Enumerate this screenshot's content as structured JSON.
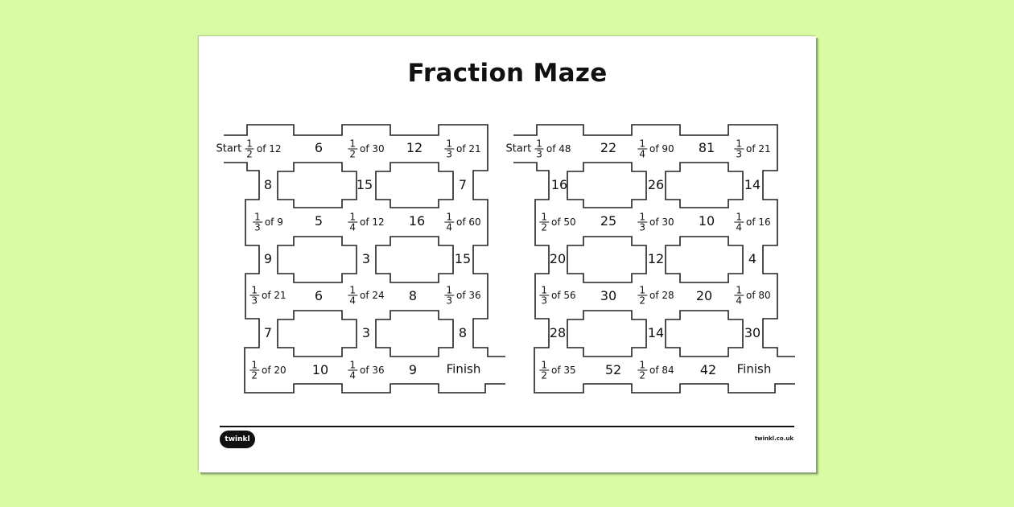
{
  "worksheet": {
    "title": "Fraction Maze",
    "footer": {
      "logo_text": "twinkl",
      "url": "twinkl.co.uk"
    },
    "colors": {
      "background": "#d9fba3",
      "page": "#ffffff",
      "ink": "#111111"
    }
  },
  "mazes": [
    {
      "start_label": "Start",
      "finish_label": "Finish",
      "rows": [
        {
          "cells": [
            {
              "type": "fraction",
              "num": "1",
              "den": "2",
              "of": "of 12",
              "start": true
            },
            {
              "type": "number",
              "value": "6"
            },
            {
              "type": "fraction",
              "num": "1",
              "den": "2",
              "of": "of 30"
            },
            {
              "type": "number",
              "value": "12"
            },
            {
              "type": "fraction",
              "num": "1",
              "den": "3",
              "of": "of 21"
            }
          ]
        },
        {
          "connectors": [
            "8",
            "15",
            "7"
          ]
        },
        {
          "cells": [
            {
              "type": "fraction",
              "num": "1",
              "den": "3",
              "of": "of 9"
            },
            {
              "type": "number",
              "value": "5"
            },
            {
              "type": "fraction",
              "num": "1",
              "den": "4",
              "of": "of 12"
            },
            {
              "type": "number",
              "value": "16"
            },
            {
              "type": "fraction",
              "num": "1",
              "den": "4",
              "of": "of 60"
            }
          ]
        },
        {
          "connectors": [
            "9",
            "3",
            "15"
          ]
        },
        {
          "cells": [
            {
              "type": "fraction",
              "num": "1",
              "den": "3",
              "of": "of 21"
            },
            {
              "type": "number",
              "value": "6"
            },
            {
              "type": "fraction",
              "num": "1",
              "den": "4",
              "of": "of 24"
            },
            {
              "type": "number",
              "value": "8"
            },
            {
              "type": "fraction",
              "num": "1",
              "den": "3",
              "of": "of 36"
            }
          ]
        },
        {
          "connectors": [
            "7",
            "3",
            "8"
          ]
        },
        {
          "cells": [
            {
              "type": "fraction",
              "num": "1",
              "den": "2",
              "of": "of 20"
            },
            {
              "type": "number",
              "value": "10"
            },
            {
              "type": "fraction",
              "num": "1",
              "den": "4",
              "of": "of 36"
            },
            {
              "type": "number",
              "value": "9"
            },
            {
              "type": "finish",
              "value": "Finish"
            }
          ]
        }
      ]
    },
    {
      "start_label": "Start",
      "finish_label": "Finish",
      "rows": [
        {
          "cells": [
            {
              "type": "fraction",
              "num": "1",
              "den": "3",
              "of": "of 48",
              "start": true
            },
            {
              "type": "number",
              "value": "22"
            },
            {
              "type": "fraction",
              "num": "1",
              "den": "4",
              "of": "of 90"
            },
            {
              "type": "number",
              "value": "81"
            },
            {
              "type": "fraction",
              "num": "1",
              "den": "3",
              "of": "of 21"
            }
          ]
        },
        {
          "connectors": [
            "16",
            "26",
            "14"
          ]
        },
        {
          "cells": [
            {
              "type": "fraction",
              "num": "1",
              "den": "2",
              "of": "of 50"
            },
            {
              "type": "number",
              "value": "25"
            },
            {
              "type": "fraction",
              "num": "1",
              "den": "3",
              "of": "of 30"
            },
            {
              "type": "number",
              "value": "10"
            },
            {
              "type": "fraction",
              "num": "1",
              "den": "4",
              "of": "of 16"
            }
          ]
        },
        {
          "connectors": [
            "20",
            "12",
            "4"
          ]
        },
        {
          "cells": [
            {
              "type": "fraction",
              "num": "1",
              "den": "3",
              "of": "of 56"
            },
            {
              "type": "number",
              "value": "30"
            },
            {
              "type": "fraction",
              "num": "1",
              "den": "2",
              "of": "of 28"
            },
            {
              "type": "number",
              "value": "20"
            },
            {
              "type": "fraction",
              "num": "1",
              "den": "4",
              "of": "of 80"
            }
          ]
        },
        {
          "connectors": [
            "28",
            "14",
            "30"
          ]
        },
        {
          "cells": [
            {
              "type": "fraction",
              "num": "1",
              "den": "2",
              "of": "of 35"
            },
            {
              "type": "number",
              "value": "52"
            },
            {
              "type": "fraction",
              "num": "1",
              "den": "2",
              "of": "of 84"
            },
            {
              "type": "number",
              "value": "42"
            },
            {
              "type": "finish",
              "value": "Finish"
            }
          ]
        }
      ]
    }
  ]
}
